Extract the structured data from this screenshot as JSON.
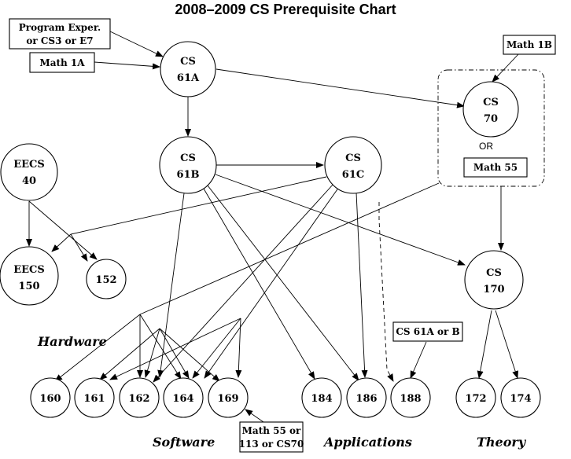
{
  "title": "2008–2009 CS Prerequisite Chart",
  "nodes": {
    "cs61a": {
      "line1": "CS",
      "line2": "61A"
    },
    "cs61b": {
      "line1": "CS",
      "line2": "61B"
    },
    "cs61c": {
      "line1": "CS",
      "line2": "61C"
    },
    "cs70": {
      "line1": "CS",
      "line2": "70"
    },
    "cs170": {
      "line1": "CS",
      "line2": "170"
    },
    "eecs40": {
      "line1": "EECS",
      "line2": "40"
    },
    "eecs150": {
      "line1": "EECS",
      "line2": "150"
    },
    "c152": {
      "label": "152"
    },
    "c160": {
      "label": "160"
    },
    "c161": {
      "label": "161"
    },
    "c162": {
      "label": "162"
    },
    "c164": {
      "label": "164"
    },
    "c169": {
      "label": "169"
    },
    "c184": {
      "label": "184"
    },
    "c186": {
      "label": "186"
    },
    "c188": {
      "label": "188"
    },
    "c172": {
      "label": "172"
    },
    "c174": {
      "label": "174"
    }
  },
  "boxes": {
    "prog_exper": {
      "line1": "Program Exper.",
      "line2": "or CS3 or E7"
    },
    "math1a": {
      "label": "Math 1A"
    },
    "math1b": {
      "label": "Math 1B"
    },
    "math55": {
      "label": "Math 55"
    },
    "cs61a_or_b": {
      "label": "CS 61A or B"
    },
    "math55_113": {
      "line1": "Math 55 or",
      "line2": "113 or CS70"
    }
  },
  "or_label": "OR",
  "categories": {
    "hardware": "Hardware",
    "software": "Software",
    "applications": "Applications",
    "theory": "Theory"
  }
}
